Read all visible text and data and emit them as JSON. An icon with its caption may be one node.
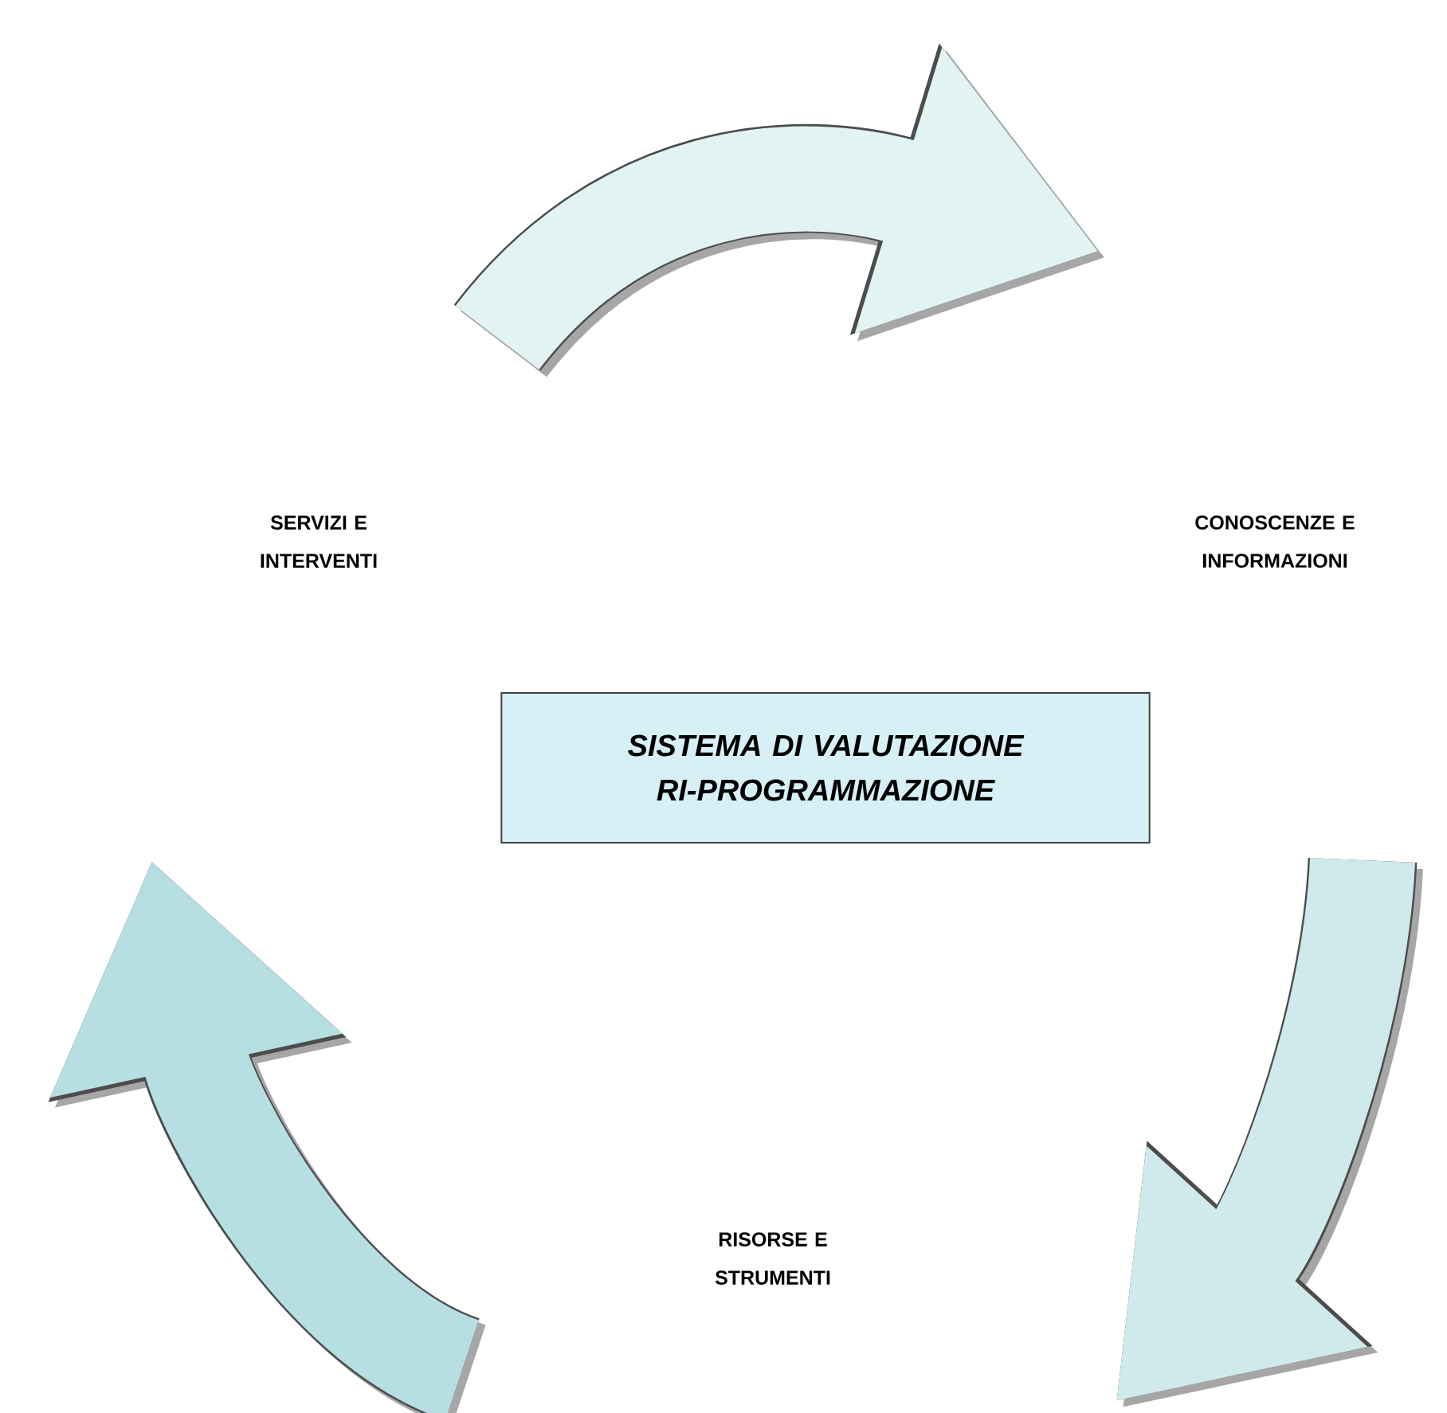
{
  "diagram": {
    "nodes": [
      {
        "text": [
          "SERVIZI E INTERVENTI"
        ]
      },
      {
        "text": [
          "CONOSCENZE E INFORMAZIONI"
        ]
      },
      {
        "text": [
          "RISORSE E STRUMENTI"
        ]
      },
      {
        "text": [
          "SISTEMA DI VALUTAZIONE RI-PROGRAMMAZIONE"
        ]
      }
    ]
  }
}
